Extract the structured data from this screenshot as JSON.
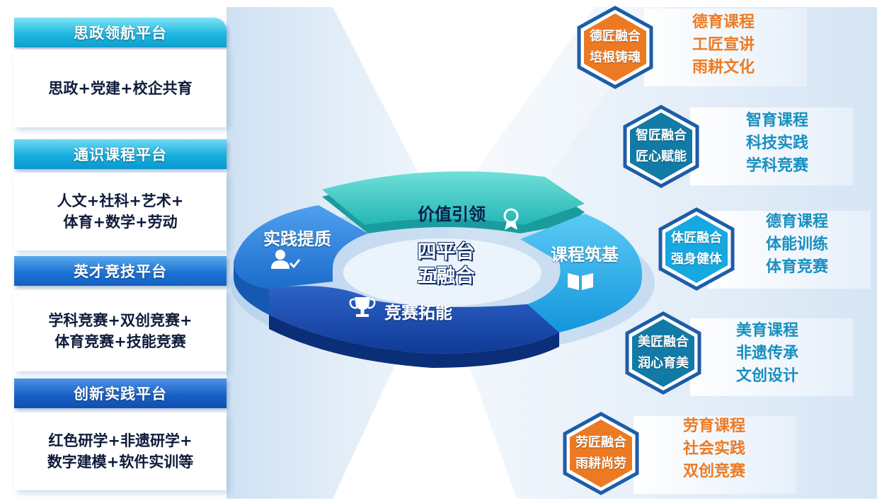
{
  "platforms": [
    {
      "title": "思政领航平台",
      "lines": [
        "思政+党建+校企共育"
      ]
    },
    {
      "title": "通识课程平台",
      "lines": [
        "人文+社科+艺术+",
        "体育+数学+劳动"
      ]
    },
    {
      "title": "英才竞技平台",
      "lines": [
        "学科竞赛+双创竞赛+",
        "体育竞赛+技能竞赛"
      ]
    },
    {
      "title": "创新实践平台",
      "lines": [
        "红色研学+非遗研学+",
        "数字建模+软件实训等"
      ]
    }
  ],
  "ring": {
    "center": [
      "四平台",
      "五融合"
    ],
    "segments": [
      {
        "label": "价值引领",
        "icon": "award-ribbon-icon",
        "color": "#2ec3c0"
      },
      {
        "label": "课程筑基",
        "icon": "open-book-icon",
        "color": "#1aa0e6"
      },
      {
        "label": "竞赛拓能",
        "icon": "trophy-icon",
        "color": "#1546a8"
      },
      {
        "label": "实践提质",
        "icon": "person-check-icon",
        "color": "#2b7fd8"
      }
    ]
  },
  "fusions": [
    {
      "lines": [
        "德匠融合",
        "培根铸魂"
      ],
      "color": "#ec7a22",
      "style": "orange",
      "items": [
        "德育课程",
        "工匠宣讲",
        "雨耕文化"
      ]
    },
    {
      "lines": [
        "智匠融合",
        "匠心赋能"
      ],
      "color": "#127aa6",
      "style": "teal",
      "items": [
        "智育课程",
        "科技实践",
        "学科竞赛"
      ]
    },
    {
      "lines": [
        "体匠融合",
        "强身健体"
      ],
      "color": "#16a8e0",
      "style": "teal",
      "items": [
        "德育课程",
        "体能训练",
        "体育竞赛"
      ]
    },
    {
      "lines": [
        "美匠融合",
        "润心育美"
      ],
      "color": "#127aa6",
      "style": "teal",
      "items": [
        "美育课程",
        "非遗传承",
        "文创设计"
      ]
    },
    {
      "lines": [
        "劳匠融合",
        "雨耕尚劳"
      ],
      "color": "#ec7a22",
      "style": "orange",
      "items": [
        "劳育课程",
        "社会实践",
        "双创竞赛"
      ]
    }
  ]
}
